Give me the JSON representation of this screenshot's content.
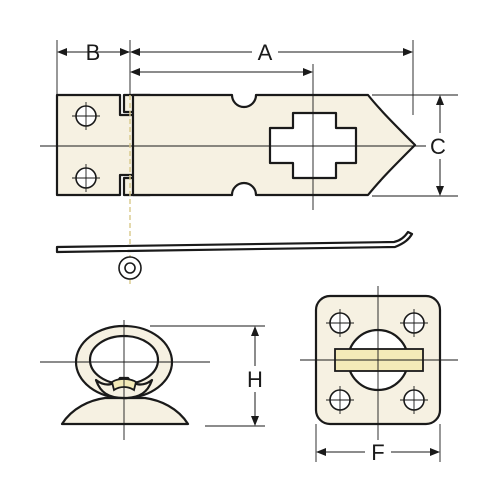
{
  "labels": {
    "a": "A",
    "b": "B",
    "c": "C",
    "f": "F",
    "h": "H"
  },
  "colors": {
    "part_fill": "#f6f1e2",
    "outline": "#1a1a1a",
    "centerline_dash": "#d8c98a",
    "staple_loop_fill": "#f3eab8"
  }
}
